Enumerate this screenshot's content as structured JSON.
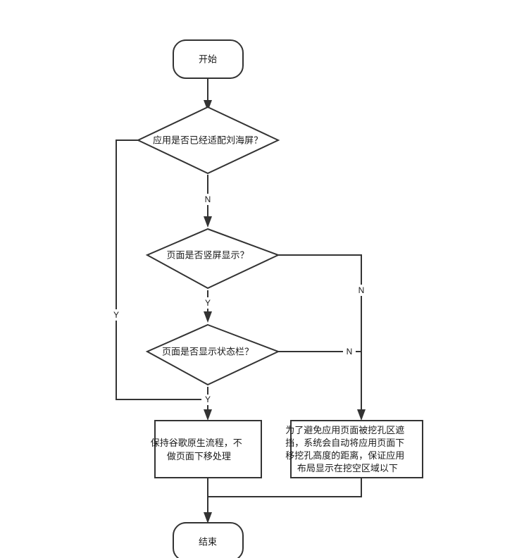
{
  "diagram": {
    "type": "flowchart",
    "orientation": "top-to-bottom",
    "background_color": "#ffffff",
    "stroke_color": "#333333",
    "text_color": "#1a1a1a",
    "nodes": [
      {
        "id": "start",
        "shape": "rounded-terminator",
        "label": "开始"
      },
      {
        "id": "decision_adapted",
        "shape": "diamond",
        "label": "应用是否已经适配刘海屏？"
      },
      {
        "id": "decision_portrait",
        "shape": "diamond",
        "label": "页面是否竖屏显示？"
      },
      {
        "id": "decision_statusbar",
        "shape": "diamond",
        "label": "页面是否显示状态栏？"
      },
      {
        "id": "process_keep_native",
        "shape": "rectangle",
        "label_lines": [
          "保持谷歌原生流程，不",
          "做页面下移处理"
        ]
      },
      {
        "id": "process_shift_down",
        "shape": "rectangle",
        "label_lines": [
          "为了避免应用页面被挖孔区遮",
          "挡，系统会自动将应用页面下",
          "移挖孔高度的距离，保证应用",
          "布局显示在挖空区域以下"
        ]
      },
      {
        "id": "end",
        "shape": "rounded-terminator",
        "label": "结束"
      }
    ],
    "edges": [
      {
        "id": "e-start-adapted",
        "from": "start",
        "to": "decision_adapted",
        "label": ""
      },
      {
        "id": "e-adapted-yes",
        "from": "decision_adapted",
        "to": "process_keep_native",
        "label": "Y"
      },
      {
        "id": "e-adapted-no",
        "from": "decision_adapted",
        "to": "decision_portrait",
        "label": "N"
      },
      {
        "id": "e-portrait-yes",
        "from": "decision_portrait",
        "to": "decision_statusbar",
        "label": "Y"
      },
      {
        "id": "e-portrait-no",
        "from": "decision_portrait",
        "to": "process_shift_down",
        "label": "N"
      },
      {
        "id": "e-statusbar-yes",
        "from": "decision_statusbar",
        "to": "process_keep_native",
        "label": "Y"
      },
      {
        "id": "e-statusbar-no",
        "from": "decision_statusbar",
        "to": "process_shift_down",
        "label": "N"
      },
      {
        "id": "e-keep-end",
        "from": "process_keep_native",
        "to": "end",
        "label": ""
      },
      {
        "id": "e-shift-end",
        "from": "process_shift_down",
        "to": "end",
        "label": ""
      }
    ]
  }
}
